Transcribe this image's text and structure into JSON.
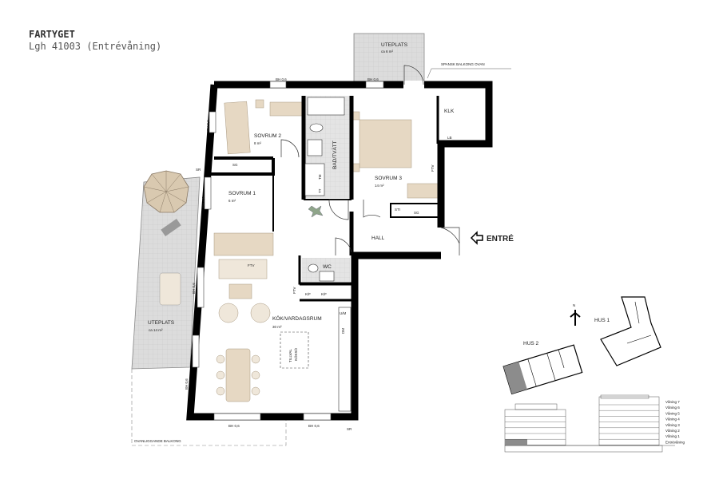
{
  "header": {
    "title": "FARTYGET",
    "subtitle": "Lgh 41003 (Entrévåning)"
  },
  "colors": {
    "wall": "#000000",
    "terrace": "#d9d9d9",
    "furniture": "#e6d8c3",
    "highlight": "#8c8c8c"
  },
  "rooms": {
    "sovrum2": {
      "name": "SOVRUM 2",
      "area": "8 m²"
    },
    "sovrum1": {
      "name": "SOVRUM 1",
      "area": "6 m²"
    },
    "sovrum3": {
      "name": "SOVRUM 3",
      "area": "14 m²"
    },
    "bad": {
      "name": "BAD/TVÄTT"
    },
    "kok": {
      "name": "KÖK/VARDAGSRUM",
      "area": "30 m²"
    },
    "hall": {
      "name": "HALL"
    },
    "wc": {
      "name": "WC"
    },
    "klk": {
      "name": "KLK"
    },
    "lb": {
      "name": "LB"
    },
    "uteplats_top": {
      "name": "UTEPLATS",
      "area": "ca 6 m²"
    },
    "uteplats_left": {
      "name": "UTEPLATS",
      "area": "ca 14 m²"
    }
  },
  "labels": {
    "bh": "BH 0,6",
    "sg": "SG",
    "sti": "STI",
    "sr": "SR",
    "ftv": "FTV",
    "tm": "TM",
    "tt": "TT",
    "kf": "K/F",
    "um": "U/M",
    "dm": "DM",
    "tillval1": "TILLVAL",
    "tillval2": "KÖKSÖ",
    "spansk": "SPANSK BALKONG OVAN",
    "ovanliggande": "OVANLIGGANDE BALKONG",
    "entre": "ENTRÉ"
  },
  "keymap": {
    "north": "N",
    "hus1": "HUS 1",
    "hus2": "HUS 2"
  },
  "elevation": {
    "floors": [
      "Våning 7",
      "Våning 6",
      "Våning 5",
      "Våning 4",
      "Våning 3",
      "Våning 2",
      "Våning 1",
      "Entrévåning"
    ],
    "highlighted_floor": "Entrévåning"
  }
}
